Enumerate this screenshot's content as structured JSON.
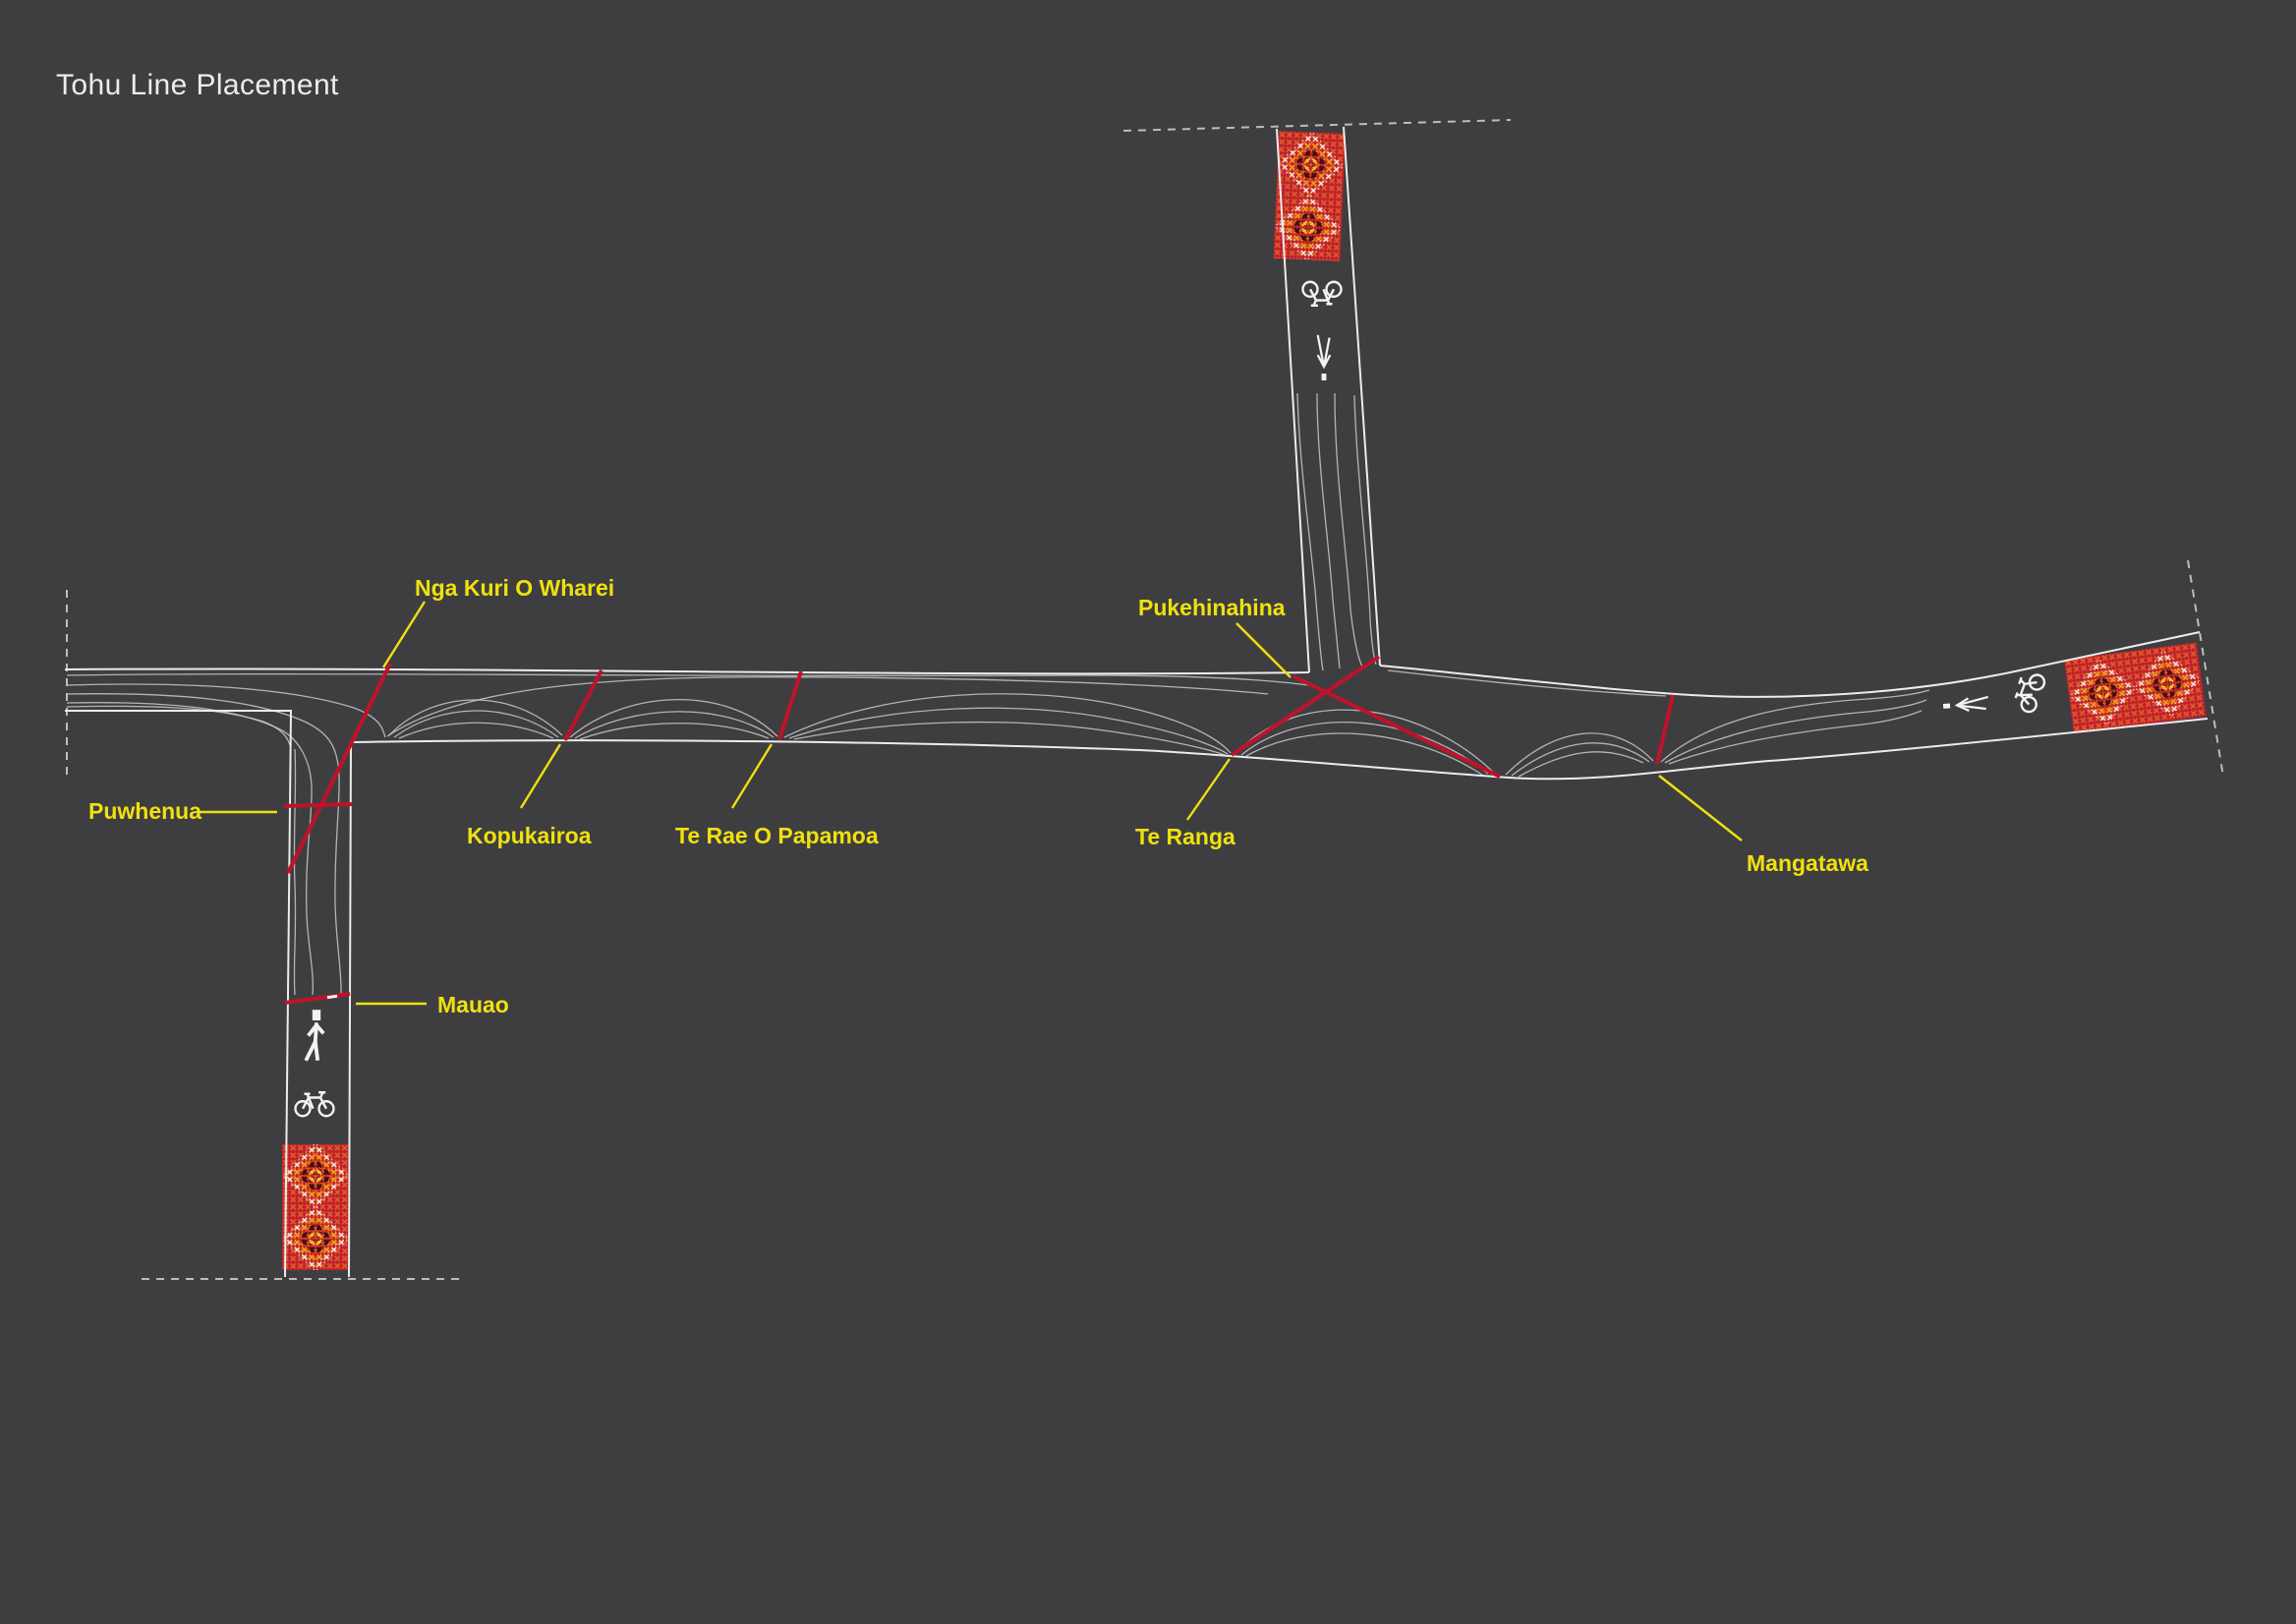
{
  "title": "Tohu Line Placement",
  "labels": {
    "nga_kuri_o_wharei": "Nga Kuri O Wharei",
    "pukehinahina": "Pukehinahina",
    "puwhenua": "Puwhenua",
    "kopukairoa": "Kopukairoa",
    "te_rae_o_papamoa": "Te Rae O Papamoa",
    "te_ranga": "Te Ranga",
    "mangatawa": "Mangatawa",
    "mauao": "Mauao"
  },
  "colors": {
    "background": "#3e3e41",
    "path_edge_white": "#ececec",
    "contour_line": "#c9c9c9",
    "tohu_line_red": "#c0122b",
    "label_yellow": "#f0e10e",
    "pattern_red": "#c22030",
    "pattern_orange": "#f29f18",
    "pattern_gold": "#ffc82e",
    "pattern_dark": "#38100c",
    "pattern_white": "#f2e8d8",
    "icon_white": "#f2f2f2"
  },
  "icons": [
    "pedestrian-icon",
    "bicycle-icon",
    "direction-arrow-icon"
  ]
}
